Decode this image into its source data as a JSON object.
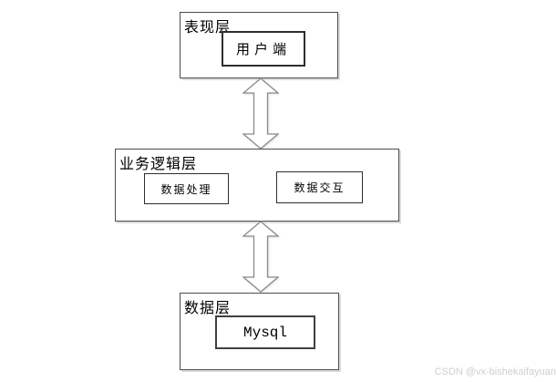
{
  "diagram": {
    "layers": [
      {
        "id": "presentation",
        "label": "表现层",
        "nodes": [
          {
            "id": "client",
            "label": "用户端"
          }
        ]
      },
      {
        "id": "business",
        "label": "业务逻辑层",
        "nodes": [
          {
            "id": "data-processing",
            "label": "数据处理"
          },
          {
            "id": "data-interaction",
            "label": "数据交互"
          }
        ]
      },
      {
        "id": "data",
        "label": "数据层",
        "nodes": [
          {
            "id": "mysql",
            "label": "Mysql"
          }
        ]
      }
    ],
    "connectors": [
      {
        "from": "presentation",
        "to": "business",
        "type": "double-headed-vertical-arrow"
      },
      {
        "from": "business",
        "to": "data",
        "type": "double-headed-vertical-arrow"
      }
    ]
  },
  "watermark": "CSDN @vx-bishekaifayuan",
  "colors": {
    "background": "#ffffff",
    "layer_border": "#4d4d4d",
    "node_border": "#2e2e2e",
    "box_shadow": "#dcdcdc",
    "arrow_fill": "#ffffff",
    "arrow_stroke": "#8a8a8a",
    "text": "#000000",
    "watermark": "#cfcfcf"
  }
}
